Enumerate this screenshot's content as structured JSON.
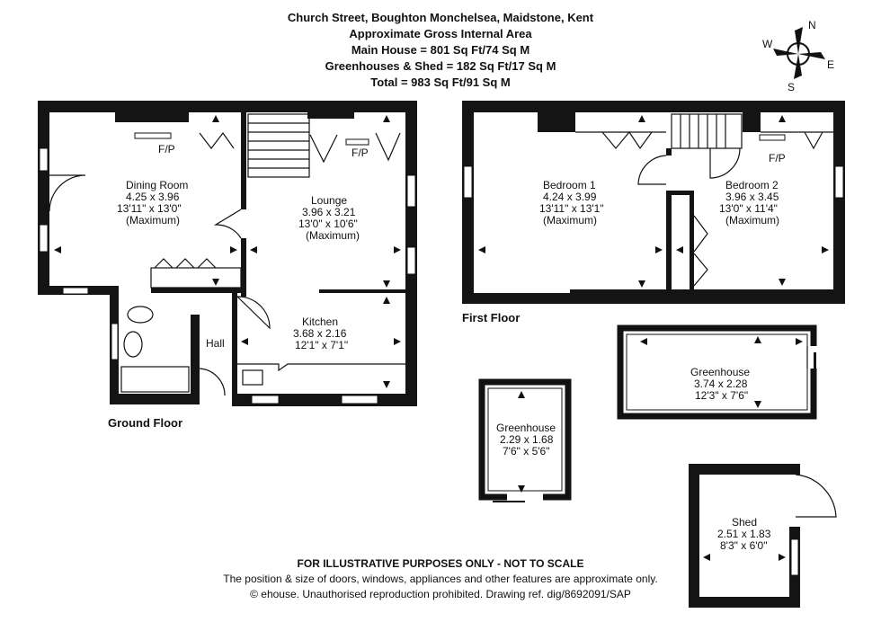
{
  "header": {
    "address": "Church Street, Boughton Monchelsea, Maidstone, Kent",
    "area_title": "Approximate Gross Internal Area",
    "main_house": "Main House = 801 Sq Ft/74 Sq M",
    "outbuildings": "Greenhouses & Shed = 182 Sq Ft/17 Sq M",
    "total": "Total = 983 Sq Ft/91 Sq M"
  },
  "compass": {
    "n": "N",
    "e": "E",
    "s": "S",
    "w": "W"
  },
  "floors": {
    "ground": "Ground Floor",
    "first": "First Floor"
  },
  "rooms": {
    "dining": {
      "name": "Dining Room",
      "metric": "4.25 x 3.96",
      "imperial": "13'11\" x 13'0\"",
      "note": "(Maximum)",
      "fp": "F/P"
    },
    "lounge": {
      "name": "Lounge",
      "metric": "3.96 x 3.21",
      "imperial": "13'0\" x 10'6\"",
      "note": "(Maximum)",
      "fp": "F/P"
    },
    "kitchen": {
      "name": "Kitchen",
      "metric": "3.68 x 2.16",
      "imperial": "12'1\" x 7'1\""
    },
    "hall": {
      "name": "Hall"
    },
    "bedroom1": {
      "name": "Bedroom 1",
      "metric": "4.24 x 3.99",
      "imperial": "13'11\" x 13'1\"",
      "note": "(Maximum)"
    },
    "bedroom2": {
      "name": "Bedroom 2",
      "metric": "3.96 x 3.45",
      "imperial": "13'0\" x 11'4\"",
      "note": "(Maximum)",
      "fp": "F/P"
    },
    "greenhouse_large": {
      "name": "Greenhouse",
      "metric": "3.74 x 2.28",
      "imperial": "12'3\" x 7'6\""
    },
    "greenhouse_small": {
      "name": "Greenhouse",
      "metric": "2.29 x 1.68",
      "imperial": "7'6\" x 5'6\""
    },
    "shed": {
      "name": "Shed",
      "metric": "2.51 x 1.83",
      "imperial": "8'3\" x 6'0\""
    }
  },
  "footer": {
    "disclaimer": "FOR ILLUSTRATIVE PURPOSES ONLY - NOT TO SCALE",
    "note": "The position & size of doors, windows, appliances and other features are approximate only.",
    "copyright": "© ehouse. Unauthorised reproduction prohibited. Drawing ref. dig/8692091/SAP"
  }
}
